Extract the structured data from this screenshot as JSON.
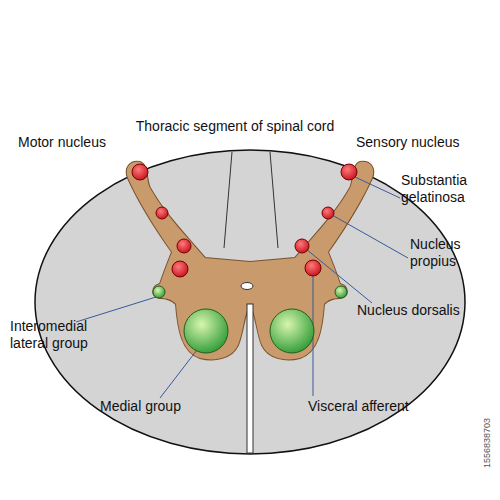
{
  "diagram": {
    "title": "Thoracic segment of spinal cord",
    "labels": [
      "Motor nucleus",
      "Sensory nucleus",
      "Substantia gelatinosa",
      "Nucleus propius",
      "Nucleus dorsalis",
      "Interomedial lateral group",
      "Medial group",
      "Visceral afferent",
      "1556838703"
    ]
  }
}
